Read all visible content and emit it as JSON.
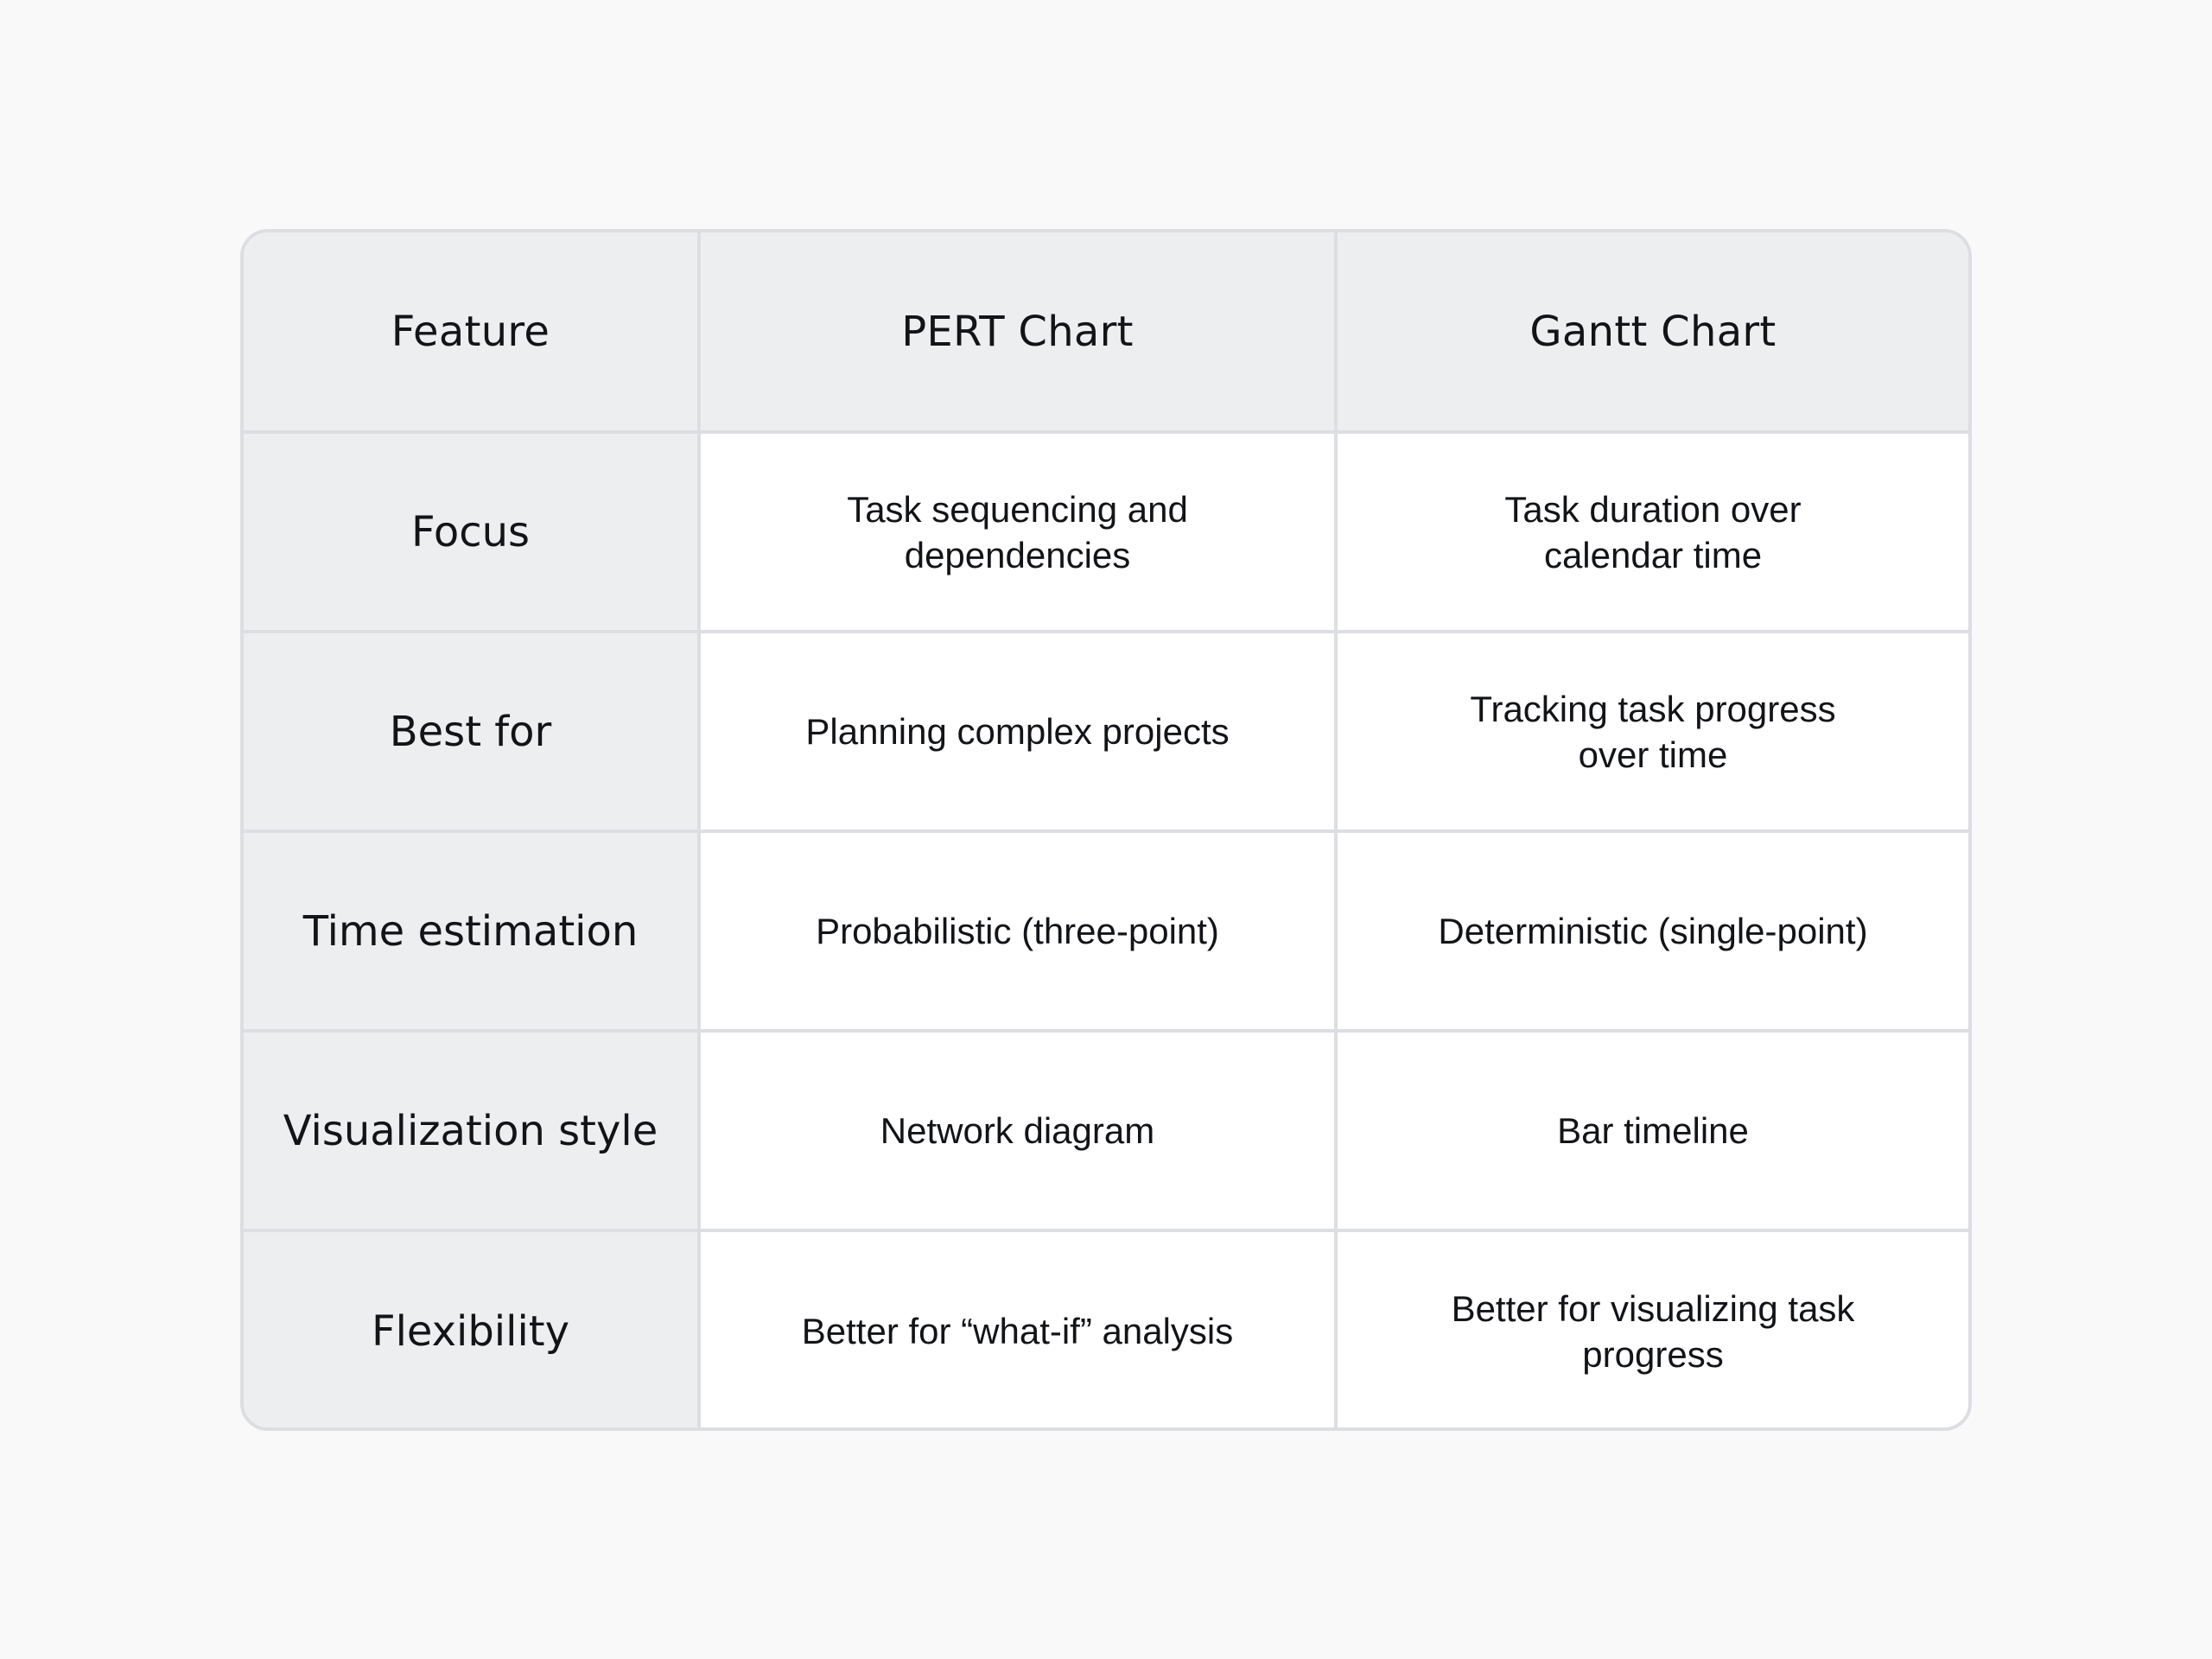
{
  "table": {
    "headers": [
      "Feature",
      "PERT Chart",
      "Gantt Chart"
    ],
    "rows": [
      {
        "feature": "Focus",
        "pert": "Task sequencing and dependencies",
        "gantt": "Task duration over calendar time"
      },
      {
        "feature": "Best for",
        "pert": "Planning complex projects",
        "gantt": "Tracking task progress over time"
      },
      {
        "feature": "Time estimation",
        "pert": "Probabilistic (three-point)",
        "gantt": "Deterministic (single-point)"
      },
      {
        "feature": "Visualization style",
        "pert": "Network diagram",
        "gantt": "Bar timeline"
      },
      {
        "feature": "Flexibility",
        "pert": "Better for “what-if” analysis",
        "gantt": "Better for visualizing task progress"
      }
    ]
  },
  "colors": {
    "background": "#f9f9f9",
    "header_fill": "#edeef0",
    "border": "#dcdee2",
    "cell_fill": "#ffffff",
    "text": "#121417"
  }
}
